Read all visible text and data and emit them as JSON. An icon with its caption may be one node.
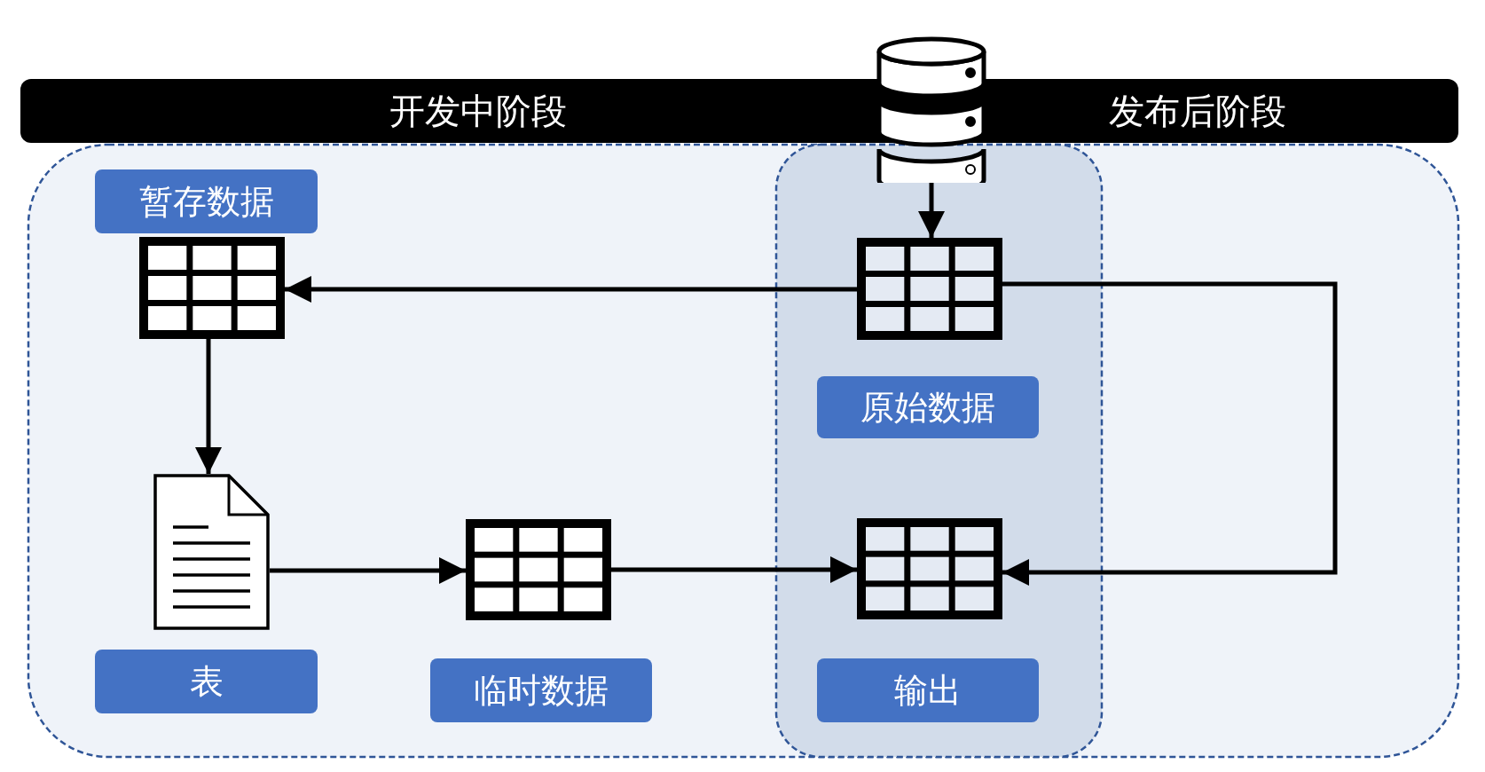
{
  "diagram": {
    "nodes": [
      {
        "text": [
          "开发中阶段",
          "发布后阶段"
        ]
      },
      {
        "text": [],
        "shape": "cylinder"
      },
      {
        "text": [
          "暂存数据"
        ]
      },
      {
        "text": [],
        "shape": "table"
      },
      {
        "text": [],
        "shape": "table"
      },
      {
        "text": [
          "原始数据"
        ]
      },
      {
        "text": [],
        "shape": "document"
      },
      {
        "text": [],
        "shape": "table"
      },
      {
        "text": [],
        "shape": "table"
      },
      {
        "text": [
          "表"
        ]
      },
      {
        "text": [
          "临时数据"
        ]
      },
      {
        "text": [
          "输出"
        ]
      }
    ],
    "edges": [
      {
        "from": 1,
        "to": 4,
        "arrow": "to"
      },
      {
        "from": 4,
        "to": 3,
        "arrow": "to"
      },
      {
        "from": 3,
        "to": 6,
        "arrow": "to"
      },
      {
        "from": 6,
        "to": 7,
        "arrow": "to"
      },
      {
        "from": 7,
        "to": 8,
        "arrow": "to"
      },
      {
        "from": 4,
        "to": 8,
        "arrow": "to"
      }
    ]
  }
}
